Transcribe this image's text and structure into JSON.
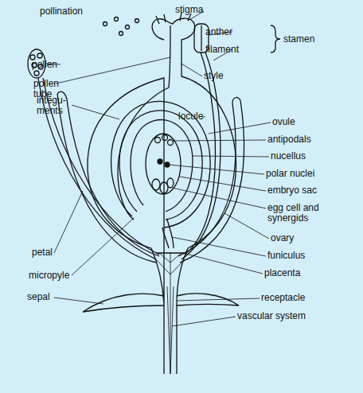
{
  "diagram": {
    "labels": [
      "pollination",
      "stigma",
      "anther",
      "filament",
      "stamen",
      "pollen",
      "pollen tube",
      "integu- ments",
      "style",
      "locule",
      "ovule",
      "antipodals",
      "nucellus",
      "polar nuclei",
      "embryo sac",
      "egg cell and synergids",
      "ovary",
      "funiculus",
      "placenta",
      "receptacle",
      "vascular system",
      "petal",
      "micropyle",
      "sepal"
    ]
  }
}
